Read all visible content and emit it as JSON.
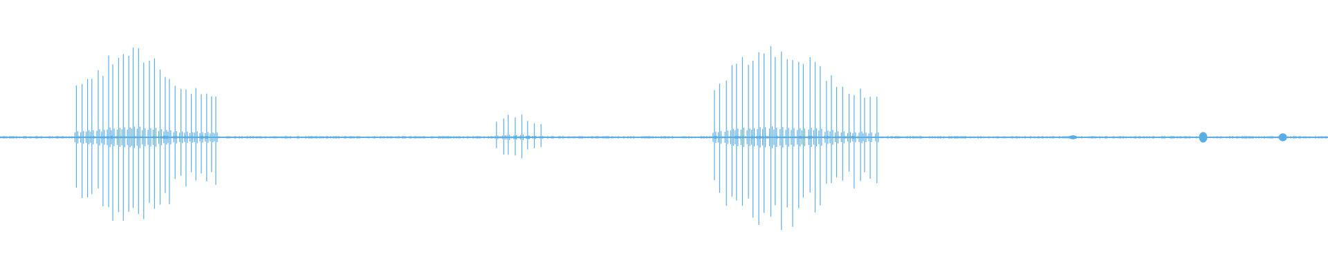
{
  "waveform": {
    "color": "#5aaee5",
    "baseline_amplitude": 0.012,
    "bursts": [
      {
        "start": 0.058,
        "end": 0.163,
        "peak_amplitude": 0.7,
        "spike_count": 28
      },
      {
        "start": 0.374,
        "end": 0.407,
        "peak_amplitude": 0.2,
        "spike_count": 8
      },
      {
        "start": 0.538,
        "end": 0.66,
        "peak_amplitude": 0.72,
        "spike_count": 30
      }
    ],
    "blips": [
      {
        "position": 0.808,
        "amplitude": 0.015
      },
      {
        "position": 0.906,
        "amplitude": 0.04
      },
      {
        "position": 0.966,
        "amplitude": 0.03
      }
    ]
  }
}
